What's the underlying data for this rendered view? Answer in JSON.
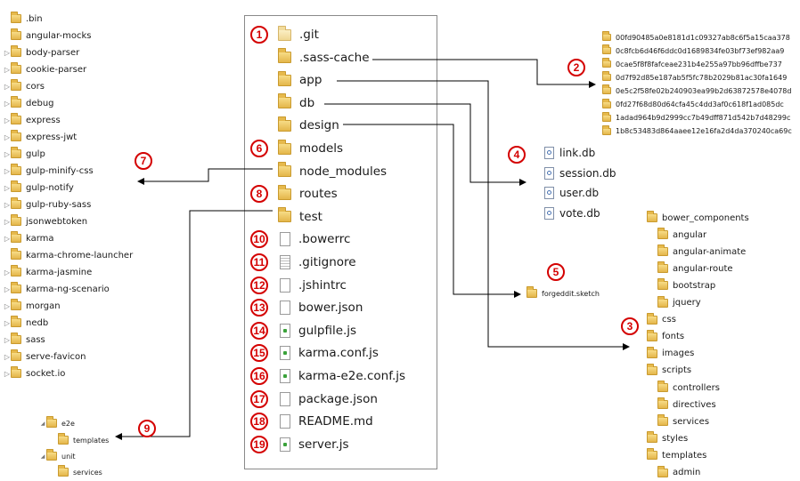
{
  "root_node_modules": [
    {
      "name": ".bin",
      "expandable": false
    },
    {
      "name": "angular-mocks",
      "expandable": false
    },
    {
      "name": "body-parser",
      "expandable": true
    },
    {
      "name": "cookie-parser",
      "expandable": true
    },
    {
      "name": "cors",
      "expandable": true
    },
    {
      "name": "debug",
      "expandable": true
    },
    {
      "name": "express",
      "expandable": true
    },
    {
      "name": "express-jwt",
      "expandable": true
    },
    {
      "name": "gulp",
      "expandable": true
    },
    {
      "name": "gulp-minify-css",
      "expandable": true
    },
    {
      "name": "gulp-notify",
      "expandable": true
    },
    {
      "name": "gulp-ruby-sass",
      "expandable": true
    },
    {
      "name": "jsonwebtoken",
      "expandable": true
    },
    {
      "name": "karma",
      "expandable": true
    },
    {
      "name": "karma-chrome-launcher",
      "expandable": false
    },
    {
      "name": "karma-jasmine",
      "expandable": true
    },
    {
      "name": "karma-ng-scenario",
      "expandable": true
    },
    {
      "name": "morgan",
      "expandable": true
    },
    {
      "name": "nedb",
      "expandable": true
    },
    {
      "name": "sass",
      "expandable": true
    },
    {
      "name": "serve-favicon",
      "expandable": true
    },
    {
      "name": "socket.io",
      "expandable": true
    }
  ],
  "test_tree": [
    {
      "name": "e2e",
      "level": 0,
      "expanded": true
    },
    {
      "name": "templates",
      "level": 1,
      "expanded": false
    },
    {
      "name": "unit",
      "level": 0,
      "expanded": true
    },
    {
      "name": "services",
      "level": 1,
      "expanded": false
    }
  ],
  "project": [
    {
      "badge": "1",
      "name": ".git",
      "kind": "folder-pale"
    },
    {
      "badge": "",
      "name": ".sass-cache",
      "kind": "folder"
    },
    {
      "badge": "",
      "name": "app",
      "kind": "folder"
    },
    {
      "badge": "",
      "name": "db",
      "kind": "folder"
    },
    {
      "badge": "",
      "name": "design",
      "kind": "folder"
    },
    {
      "badge": "6",
      "name": "models",
      "kind": "folder"
    },
    {
      "badge": "",
      "name": "node_modules",
      "kind": "folder"
    },
    {
      "badge": "8",
      "name": "routes",
      "kind": "folder"
    },
    {
      "badge": "",
      "name": "test",
      "kind": "folder"
    },
    {
      "badge": "10",
      "name": ".bowerrc",
      "kind": "file"
    },
    {
      "badge": "11",
      "name": ".gitignore",
      "kind": "file-lines"
    },
    {
      "badge": "12",
      "name": ".jshintrc",
      "kind": "file"
    },
    {
      "badge": "13",
      "name": "bower.json",
      "kind": "file"
    },
    {
      "badge": "14",
      "name": "gulpfile.js",
      "kind": "file-js"
    },
    {
      "badge": "15",
      "name": "karma.conf.js",
      "kind": "file-js"
    },
    {
      "badge": "16",
      "name": "karma-e2e.conf.js",
      "kind": "file-js"
    },
    {
      "badge": "17",
      "name": "package.json",
      "kind": "file"
    },
    {
      "badge": "18",
      "name": "README.md",
      "kind": "file"
    },
    {
      "badge": "19",
      "name": "server.js",
      "kind": "file-js"
    }
  ],
  "sass_cache": [
    "00fd90485a0e8181d1c09327ab8c6f5a15caa378",
    "0c8fcb6d46f6ddc0d1689834fe03bf73ef982aa9",
    "0cae5f8f8fafceae231b4e255a97bb96dffbe737",
    "0d7f92d85e187ab5f5fc78b2029b81ac30fa1649",
    "0e5c2f58fe02b240903ea99b2d63872578e4078d",
    "0fd27f68d80d64cfa45c4dd3af0c618f1ad085dc",
    "1adad964b9d2999cc7b49dff871d542b7d48299c",
    "1b8c53483d864aaee12e16fa2d4da370240ca69c"
  ],
  "db_files": [
    "link.db",
    "session.db",
    "user.db",
    "vote.db"
  ],
  "design_file": "forgeddit.sketch",
  "app_tree": [
    {
      "name": "bower_components",
      "level": 0
    },
    {
      "name": "angular",
      "level": 1
    },
    {
      "name": "angular-animate",
      "level": 1
    },
    {
      "name": "angular-route",
      "level": 1
    },
    {
      "name": "bootstrap",
      "level": 1
    },
    {
      "name": "jquery",
      "level": 1
    },
    {
      "name": "css",
      "level": 0
    },
    {
      "name": "fonts",
      "level": 0
    },
    {
      "name": "images",
      "level": 0
    },
    {
      "name": "scripts",
      "level": 0
    },
    {
      "name": "controllers",
      "level": 1
    },
    {
      "name": "directives",
      "level": 1
    },
    {
      "name": "services",
      "level": 1
    },
    {
      "name": "styles",
      "level": 0
    },
    {
      "name": "templates",
      "level": 0
    },
    {
      "name": "admin",
      "level": 1
    }
  ],
  "callouts": {
    "sass_cache": "2",
    "app": "3",
    "db": "4",
    "design": "5",
    "node_modules": "7",
    "test": "9"
  },
  "colors": {
    "badge": "#d40000",
    "arrow": "#000000",
    "folder": "#e4b64a"
  }
}
